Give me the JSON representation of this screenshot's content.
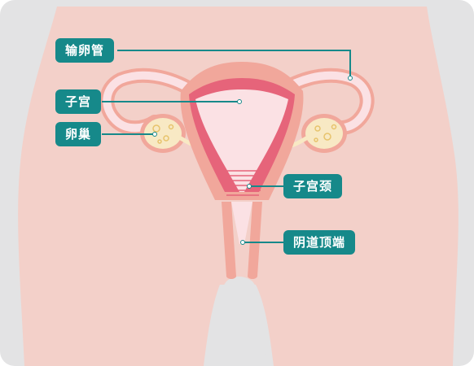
{
  "labels": {
    "fallopian_tube": "输卵管",
    "uterus": "子宫",
    "ovary": "卵巢",
    "cervix": "子宫颈",
    "vaginal_vault": "阴道顶端"
  },
  "colors": {
    "panel": "#e3e3e4",
    "skin": "#f3d0c9",
    "organ_outer": "#f1a79b",
    "organ_rim": "#e6647a",
    "uterine_cavity": "#fbe1e4",
    "ovary": "#f8e9c4",
    "label_bg": "#16898a",
    "leader_line": "#16898a"
  }
}
